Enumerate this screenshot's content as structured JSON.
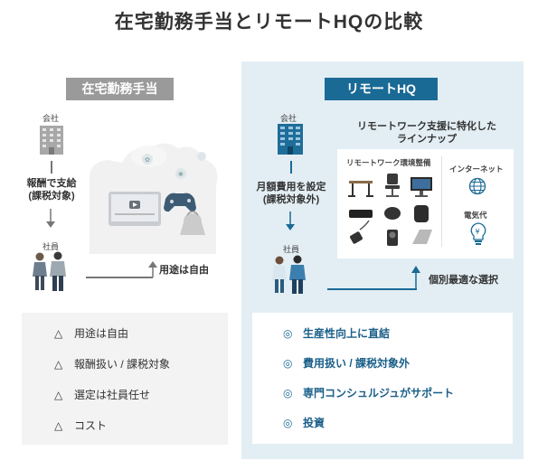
{
  "title": "在宅勤務手当とリモートHQの比較",
  "left": {
    "tag": "在宅勤務手当",
    "company_label": "会社",
    "flow_label_line1": "報酬で支給",
    "flow_label_line2": "(課税対象)",
    "employee_label": "社員",
    "usage_label": "用途は自由",
    "points": [
      {
        "mark": "△",
        "text": "用途は自由"
      },
      {
        "mark": "△",
        "text": "報酬扱い / 課税対象"
      },
      {
        "mark": "△",
        "text": "選定は社員任せ"
      },
      {
        "mark": "△",
        "text": "コスト"
      }
    ]
  },
  "right": {
    "tag": "リモートHQ",
    "company_label": "会社",
    "flow_label_line1": "月額費用を設定",
    "flow_label_line2": "(課税対象外)",
    "employee_label": "社員",
    "lineup_title_line1": "リモートワーク支援に特化した",
    "lineup_title_line2": "ラインナップ",
    "equipment_label": "リモートワーク環境整備",
    "internet_label": "インターネット",
    "electricity_label": "電気代",
    "selection_label": "個別最適な選択",
    "points": [
      {
        "mark": "◎",
        "text": "生産性向上に直結"
      },
      {
        "mark": "◎",
        "text": "費用扱い / 課税対象外"
      },
      {
        "mark": "◎",
        "text": "専門コンシュルジュがサポート"
      },
      {
        "mark": "◎",
        "text": "投資"
      }
    ]
  },
  "colors": {
    "accent": "#1a6a96",
    "gray_tag": "#9a9a9a",
    "right_panel": "#e3eef4"
  }
}
